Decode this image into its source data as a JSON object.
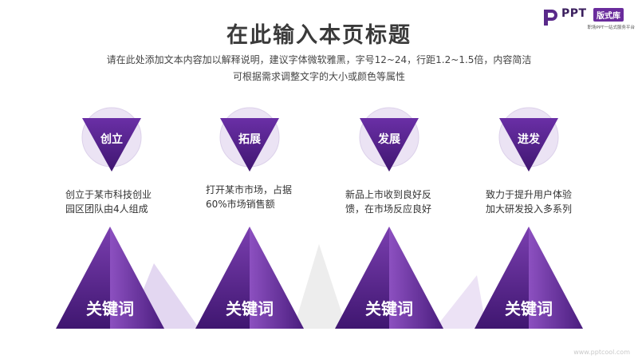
{
  "logo": {
    "brand": "PPT",
    "badge": "版式库",
    "tagline": "职场PPT一站式服务平台"
  },
  "header": {
    "title": "在此输入本页标题",
    "subtitle_line1": "请在此处添加文本内容加以解释说明，建议字体微软雅黑，字号12~24，行距1.2~1.5倍，内容简洁",
    "subtitle_line2": "可根据需求调整文字的大小或颜色等属性"
  },
  "cards": [
    {
      "label": "创立",
      "desc_line1": "创立于某市科技创业",
      "desc_line2": "园区团队由4人组成",
      "keyword": "关键词"
    },
    {
      "label": "拓展",
      "desc_line1": "打开某市市场，占据",
      "desc_line2": "60%市场销售额",
      "keyword": "关键词"
    },
    {
      "label": "发展",
      "desc_line1": "新品上市收到良好反",
      "desc_line2": "馈，在市场反应良好",
      "keyword": "关键词"
    },
    {
      "label": "进发",
      "desc_line1": "致力于提升用户体验",
      "desc_line2": "加大研发投入多系列",
      "keyword": "关键词"
    }
  ],
  "watermark": "www.pptcool.com",
  "colors": {
    "purple_dark": "#4a1d7e",
    "purple_mid": "#7b3fb0",
    "purple_light": "#ddd0ee",
    "grey_light": "#ececec"
  }
}
